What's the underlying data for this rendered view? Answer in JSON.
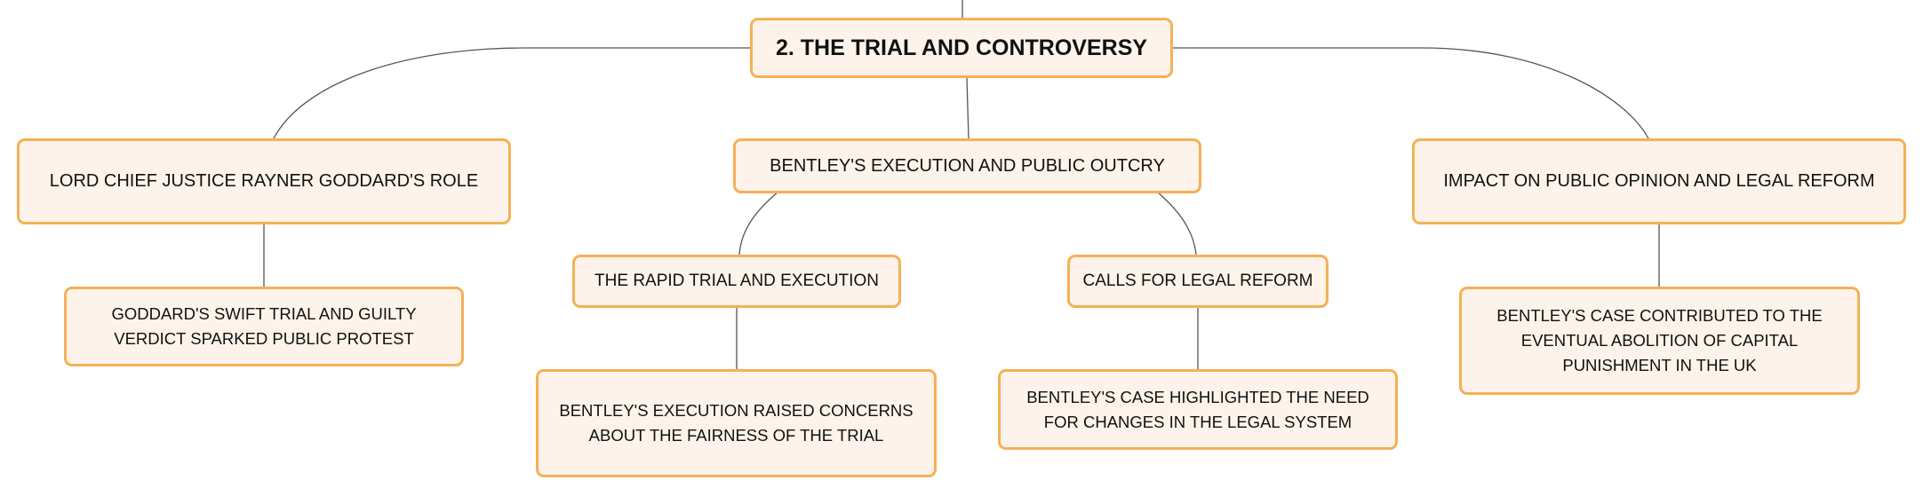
{
  "diagram": {
    "root": {
      "label": "2. THE TRIAL AND CONTROVERSY"
    },
    "branches": [
      {
        "label": "LORD CHIEF JUSTICE RAYNER GODDARD'S ROLE",
        "child": {
          "label": "GODDARD'S SWIFT TRIAL AND GUILTY VERDICT SPARKED PUBLIC PROTEST"
        }
      },
      {
        "label": "BENTLEY'S EXECUTION AND PUBLIC OUTCRY",
        "subtopics": [
          {
            "label": "THE RAPID TRIAL AND EXECUTION",
            "child": {
              "label": "BENTLEY'S EXECUTION RAISED CONCERNS ABOUT THE FAIRNESS OF THE TRIAL"
            }
          },
          {
            "label": "CALLS FOR LEGAL REFORM",
            "child": {
              "label": "BENTLEY'S CASE HIGHLIGHTED THE NEED FOR CHANGES IN THE LEGAL SYSTEM"
            }
          }
        ]
      },
      {
        "label": "IMPACT ON PUBLIC OPINION AND LEGAL REFORM",
        "child": {
          "label": "BENTLEY'S CASE CONTRIBUTED TO THE EVENTUAL ABOLITION OF CAPITAL PUNISHMENT IN THE UK"
        }
      }
    ]
  },
  "colors": {
    "node_fill": "#fdf3ea",
    "node_border": "#f5b056",
    "connector": "#555555",
    "text": "#111111"
  }
}
